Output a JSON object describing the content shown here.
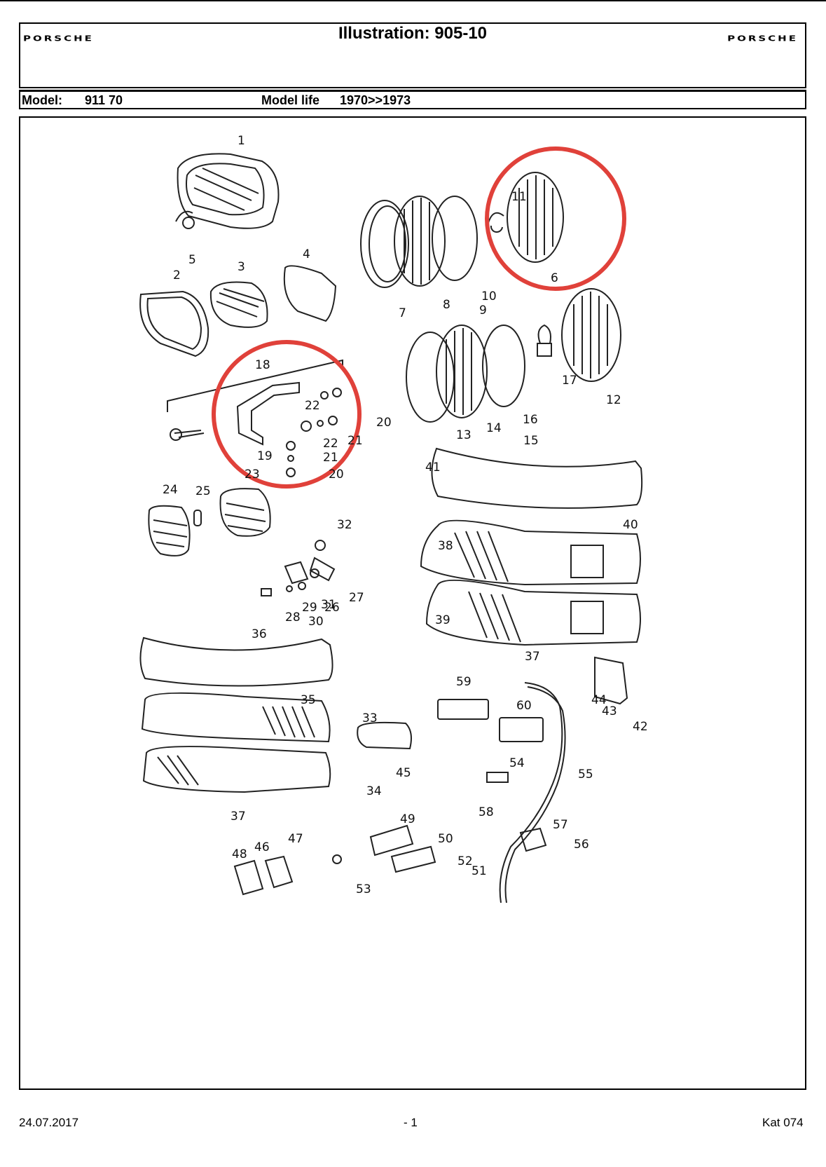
{
  "header": {
    "brand_left": "PORSCHE",
    "brand_right": "PORSCHE",
    "title": "Illustration: 905-10"
  },
  "model_bar": {
    "model_label": "Model:",
    "model_value": "911 70",
    "life_label": "Model life",
    "life_value": "1970>>1973"
  },
  "callouts": [
    "1",
    "2",
    "3",
    "4",
    "5",
    "6",
    "7",
    "8",
    "9",
    "10",
    "11",
    "12",
    "13",
    "14",
    "15",
    "16",
    "17",
    "18",
    "19",
    "20",
    "21",
    "22",
    "22",
    "21",
    "20",
    "23",
    "24",
    "25",
    "26",
    "27",
    "28",
    "29",
    "30",
    "31",
    "32",
    "33",
    "34",
    "35",
    "36",
    "37",
    "37",
    "38",
    "39",
    "40",
    "41",
    "42",
    "43",
    "44",
    "45",
    "46",
    "47",
    "48",
    "49",
    "50",
    "51",
    "52",
    "53",
    "54",
    "55",
    "56",
    "57",
    "58",
    "59",
    "60"
  ],
  "highlight_color": "#e0413a",
  "footer": {
    "date": "24.07.2017",
    "page": "- 1",
    "catalog": "Kat 074"
  }
}
